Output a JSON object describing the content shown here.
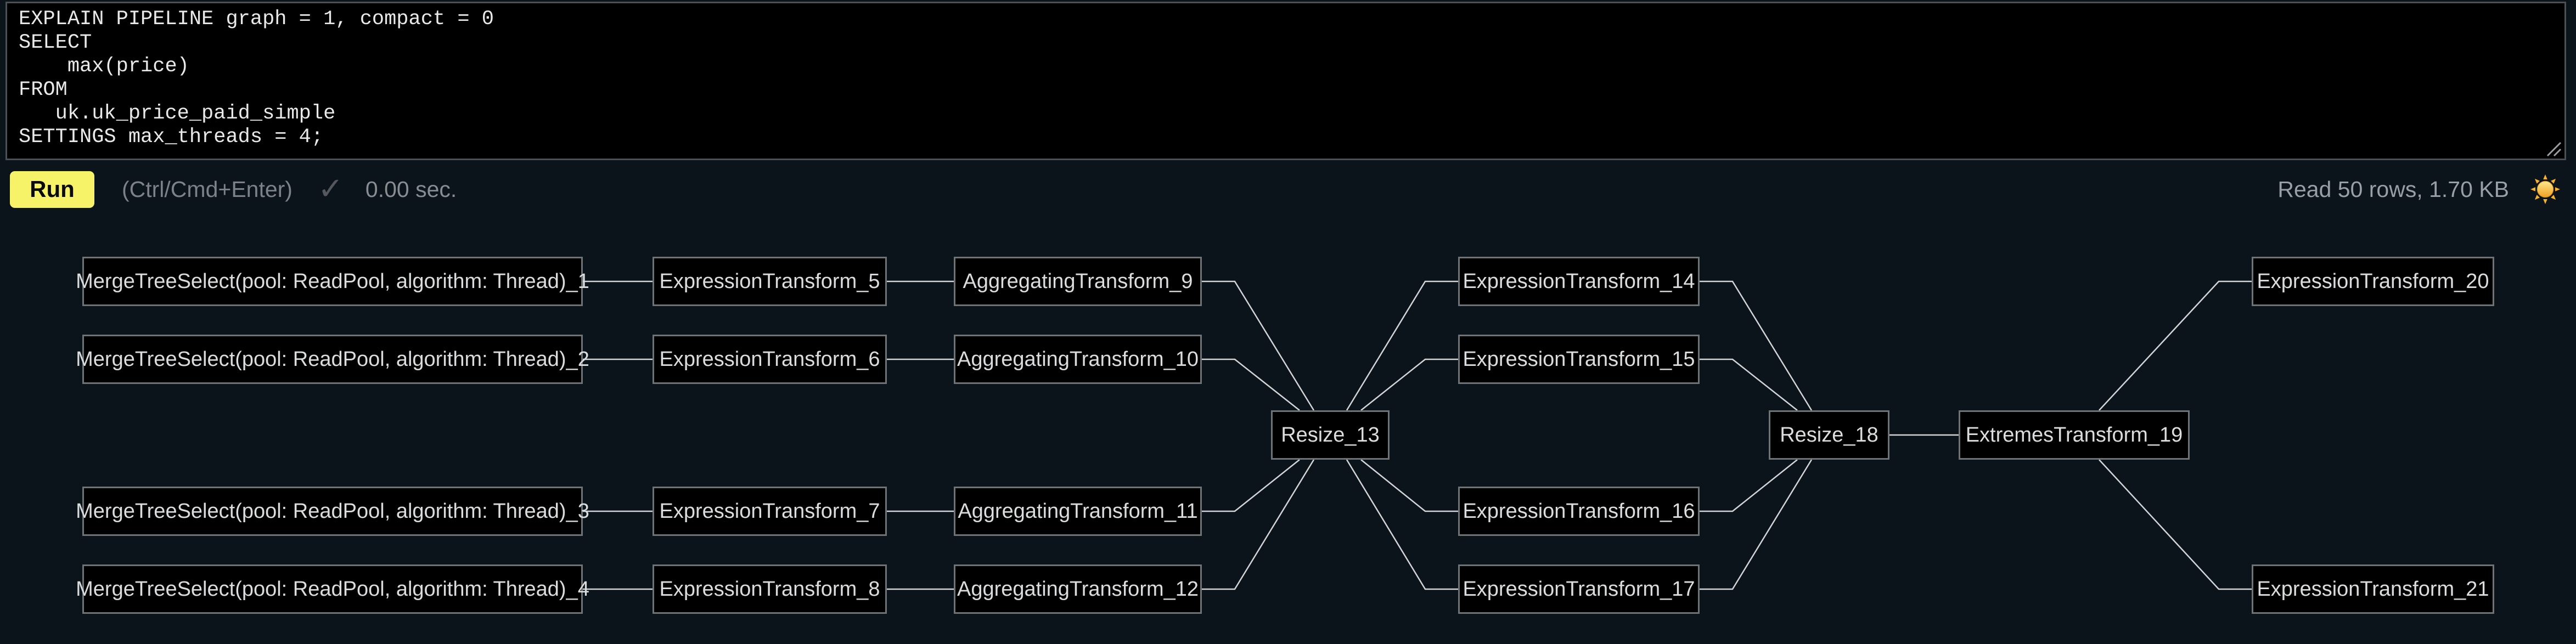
{
  "page": {
    "background": "#0b141a"
  },
  "editor": {
    "query": "EXPLAIN PIPELINE graph = 1, compact = 0\nSELECT\n    max(price)\nFROM\n   uk.uk_price_paid_simple\nSETTINGS max_threads = 4;"
  },
  "toolbar": {
    "run_label": "Run",
    "shortcut_hint": "(Ctrl/Cmd+Enter)",
    "status_check": "✓",
    "elapsed": "0.00 sec.",
    "stats": "Read 50 rows, 1.70 KB",
    "run_button_color": "#f7f369",
    "sun_color": "#f9b22a"
  },
  "graph": {
    "node_bg": "#000000",
    "node_border": "#6e7376",
    "node_text_color": "#dbdcdd",
    "edge_color": "#d3d5d6",
    "nodes": [
      {
        "id": "mts1",
        "label": "MergeTreeSelect(pool: ReadPool, algorithm: Thread)_1"
      },
      {
        "id": "mts2",
        "label": "MergeTreeSelect(pool: ReadPool, algorithm: Thread)_2"
      },
      {
        "id": "mts3",
        "label": "MergeTreeSelect(pool: ReadPool, algorithm: Thread)_3"
      },
      {
        "id": "mts4",
        "label": "MergeTreeSelect(pool: ReadPool, algorithm: Thread)_4"
      },
      {
        "id": "et5",
        "label": "ExpressionTransform_5"
      },
      {
        "id": "et6",
        "label": "ExpressionTransform_6"
      },
      {
        "id": "et7",
        "label": "ExpressionTransform_7"
      },
      {
        "id": "et8",
        "label": "ExpressionTransform_8"
      },
      {
        "id": "agg9",
        "label": "AggregatingTransform_9"
      },
      {
        "id": "agg10",
        "label": "AggregatingTransform_10"
      },
      {
        "id": "agg11",
        "label": "AggregatingTransform_11"
      },
      {
        "id": "agg12",
        "label": "AggregatingTransform_12"
      },
      {
        "id": "resize13",
        "label": "Resize_13"
      },
      {
        "id": "et14",
        "label": "ExpressionTransform_14"
      },
      {
        "id": "et15",
        "label": "ExpressionTransform_15"
      },
      {
        "id": "et16",
        "label": "ExpressionTransform_16"
      },
      {
        "id": "et17",
        "label": "ExpressionTransform_17"
      },
      {
        "id": "resize18",
        "label": "Resize_18"
      },
      {
        "id": "ext19",
        "label": "ExtremesTransform_19"
      },
      {
        "id": "et20",
        "label": "ExpressionTransform_20"
      },
      {
        "id": "et21",
        "label": "ExpressionTransform_21"
      }
    ],
    "edges": [
      {
        "from": "mts1",
        "to": "et5"
      },
      {
        "from": "mts2",
        "to": "et6"
      },
      {
        "from": "mts3",
        "to": "et7"
      },
      {
        "from": "mts4",
        "to": "et8"
      },
      {
        "from": "et5",
        "to": "agg9"
      },
      {
        "from": "et6",
        "to": "agg10"
      },
      {
        "from": "et7",
        "to": "agg11"
      },
      {
        "from": "et8",
        "to": "agg12"
      },
      {
        "from": "agg9",
        "to": "resize13"
      },
      {
        "from": "agg10",
        "to": "resize13"
      },
      {
        "from": "agg11",
        "to": "resize13"
      },
      {
        "from": "agg12",
        "to": "resize13"
      },
      {
        "from": "resize13",
        "to": "et14"
      },
      {
        "from": "resize13",
        "to": "et15"
      },
      {
        "from": "resize13",
        "to": "et16"
      },
      {
        "from": "resize13",
        "to": "et17"
      },
      {
        "from": "et14",
        "to": "resize18"
      },
      {
        "from": "et15",
        "to": "resize18"
      },
      {
        "from": "et16",
        "to": "resize18"
      },
      {
        "from": "et17",
        "to": "resize18"
      },
      {
        "from": "resize18",
        "to": "ext19"
      },
      {
        "from": "ext19",
        "to": "et20"
      },
      {
        "from": "ext19",
        "to": "et21"
      }
    ]
  }
}
